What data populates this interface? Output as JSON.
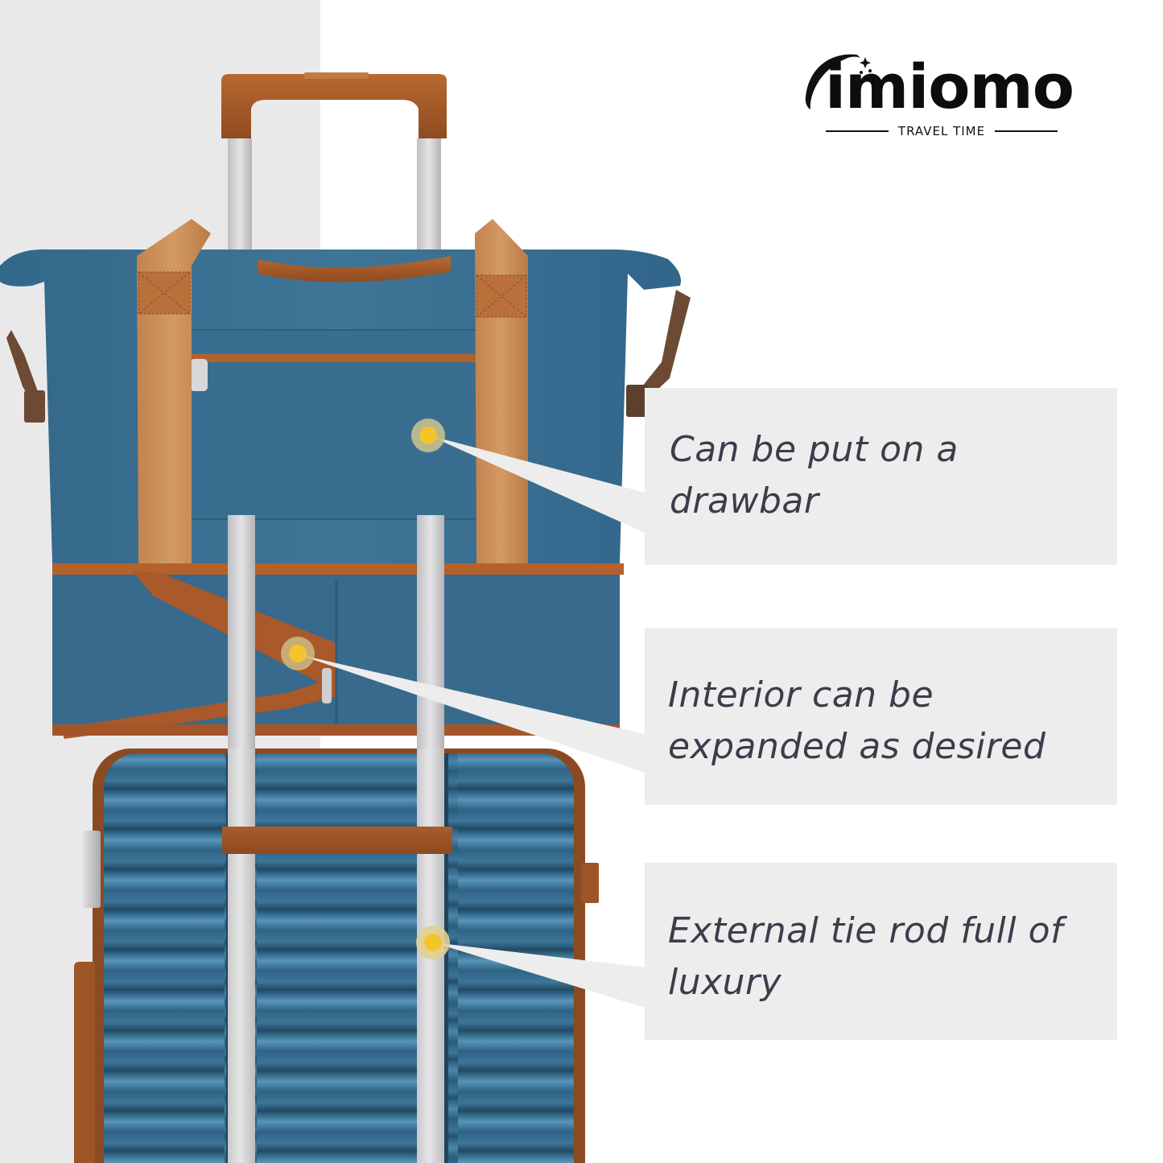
{
  "brand": {
    "name": "imiomo",
    "tagline": "TRAVEL TIME"
  },
  "callouts": [
    {
      "line1": "Can be put on a",
      "line2": "drawbar",
      "feature": "bag-on-trolley-sleeve"
    },
    {
      "line1": "Interior can be",
      "line2": "expanded as desired",
      "feature": "expandable-zipper"
    },
    {
      "line1": "External tie rod full of",
      "line2": "luxury",
      "feature": "trolley-rod"
    }
  ],
  "colors": {
    "background_left": "#e9e9ea",
    "background_right": "#ffffff",
    "bag_blue": "#3b6f91",
    "leather_brown": "#a35a2a",
    "strap_tan": "#c98a55",
    "callout_box": "#ededed",
    "callout_text": "#3c3d4a",
    "dot_yellow": "#f5c52a",
    "dot_halo": "#c9c590"
  }
}
